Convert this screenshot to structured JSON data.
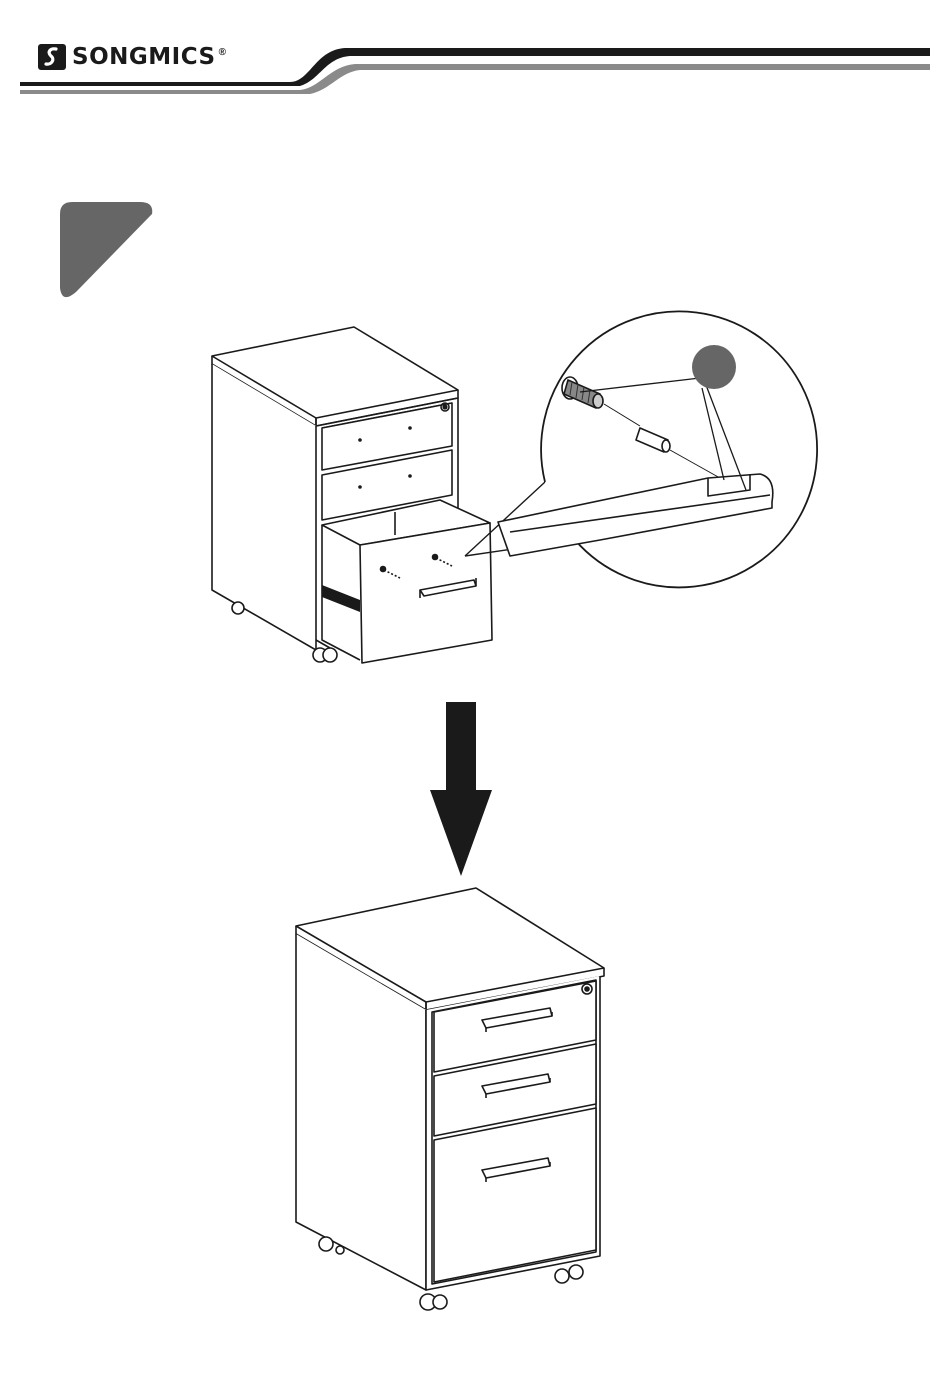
{
  "header": {
    "brand_name": "SONGMICS",
    "registered_mark": "®",
    "logo_icon": "songmics-s-logo",
    "accent_color": "#1a1a1a",
    "stripe_color": "#8a8a8a"
  },
  "step": {
    "badge_icon": "step-number-badge",
    "badge_color": "#666666"
  },
  "callout": {
    "part_badge_icon": "part-label-badge",
    "badge_color": "#666666"
  },
  "arrow": {
    "icon": "arrow-down-icon",
    "color": "#1a1a1a"
  }
}
